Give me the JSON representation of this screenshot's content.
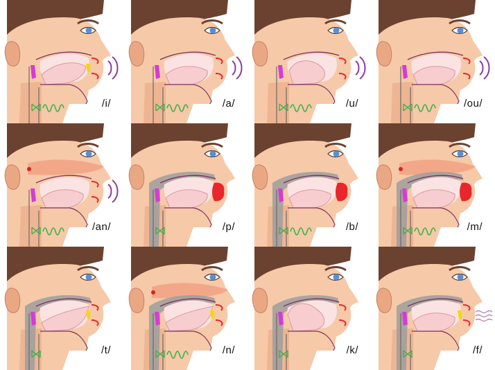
{
  "panels": [
    {
      "label": "/i/",
      "voiced": true,
      "sound_waves": "arcs",
      "nasal": false,
      "closure": "none",
      "tongue": "front-high"
    },
    {
      "label": "/a/",
      "voiced": true,
      "sound_waves": "arcs",
      "nasal": false,
      "closure": "none",
      "tongue": "low"
    },
    {
      "label": "/u/",
      "voiced": true,
      "sound_waves": "arcs",
      "nasal": false,
      "closure": "none",
      "tongue": "back-high"
    },
    {
      "label": "/ou/",
      "voiced": true,
      "sound_waves": "arcs",
      "nasal": false,
      "closure": "none",
      "tongue": "back-mid"
    },
    {
      "label": "/an/",
      "voiced": true,
      "sound_waves": "arcs",
      "nasal": true,
      "closure": "none",
      "tongue": "low"
    },
    {
      "label": "/p/",
      "voiced": false,
      "sound_waves": "none",
      "nasal": false,
      "closure": "lips",
      "tongue": "rest"
    },
    {
      "label": "/b/",
      "voiced": true,
      "sound_waves": "none",
      "nasal": false,
      "closure": "lips",
      "tongue": "rest"
    },
    {
      "label": "/m/",
      "voiced": true,
      "sound_waves": "none",
      "nasal": true,
      "closure": "lips",
      "tongue": "rest"
    },
    {
      "label": "/t/",
      "voiced": false,
      "sound_waves": "none",
      "nasal": false,
      "closure": "alveolar",
      "tongue": "tip-up"
    },
    {
      "label": "/n/",
      "voiced": true,
      "sound_waves": "none",
      "nasal": true,
      "closure": "alveolar",
      "tongue": "tip-up"
    },
    {
      "label": "/k/",
      "voiced": false,
      "sound_waves": "none",
      "nasal": false,
      "closure": "velar",
      "tongue": "back-up"
    },
    {
      "label": "/f/",
      "voiced": false,
      "sound_waves": "wiggle",
      "nasal": false,
      "closure": "labiodental",
      "tongue": "rest"
    }
  ],
  "colors": {
    "skin": "#f6c9a8",
    "skin_shadow": "#e9a883",
    "hair": "#6b4230",
    "mouth_cavity": "#fbe3e3",
    "tongue": "#f7cdd0",
    "nasal_flow": "#f08a70",
    "closed_tract": "#9e9e9e",
    "vocal_folds": "#d63bd6",
    "lips": "#e8262c",
    "teeth": "#f5d800",
    "waves": "#8a3aa3",
    "voicing": "#37b24a",
    "eye": "#5a8fd6"
  }
}
